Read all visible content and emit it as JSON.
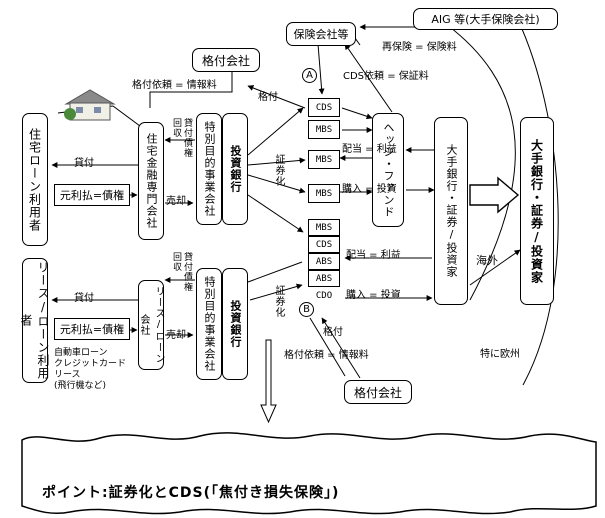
{
  "boxes": {
    "rating_agency_top": "格付会社",
    "insurer": "保険会社等",
    "aig": "AIG 等(大手保険会社)",
    "housing_borrower": "住宅ローン利用者",
    "housing_lender": "住宅金融専門会社",
    "spv_top": "特別目的事業会社",
    "ib_top": "投資銀行",
    "hedge_fund": "ヘッジ・ファンド",
    "big_bank": "大手銀行・証券/投資家",
    "overseas_bank": "大手銀行・証券/投資家",
    "repayment_top": "元利払=債権",
    "lease_borrower": "リース/ローン利用者",
    "lease_company": "リース/ローン会社",
    "spv_bottom": "特別目的事業会社",
    "ib_bottom": "投資銀行",
    "repayment_bottom": "元利払=債権",
    "rating_agency_bottom": "格付会社"
  },
  "securities_top": [
    "CDS",
    "MBS"
  ],
  "securities_mid": [
    "MBS",
    "MBS"
  ],
  "securities_bottom": [
    "MBS",
    "CDS",
    "ABS",
    "ABS",
    "CDO"
  ],
  "markers": {
    "a": "A",
    "b": "B"
  },
  "labels": {
    "reinsurance": "再保険 = 保険料",
    "cds_request": "CDS依頼 = 保証料",
    "rating_request_top": "格付依頼 = 情報料",
    "rating_top": "格付",
    "loan_top": "貸付",
    "loan_collection_top": "貸付債権回収",
    "sell_top": "売却",
    "securitize_top": "証券化",
    "dividend_top": "配当 = 利益",
    "purchase_top": "購入 = 投資",
    "overseas": "海外",
    "loan_bottom": "貸付",
    "loan_collection_bottom": "貸付債権回収",
    "sell_bottom": "売却",
    "securitize_bottom": "証券化",
    "dividend_bottom": "配当 = 利益",
    "purchase_bottom": "購入 = 投資",
    "rating_bottom": "格付",
    "rating_request_bottom": "格付依頼 = 情報料",
    "europe": "特に欧州",
    "auto_loan": "自動車ローン",
    "credit_card": "クレジットカード",
    "lease": "リース",
    "aircraft": "(飛行機など)"
  },
  "point": "ポイント:証券化とCDS(「焦付き損失保険」)"
}
